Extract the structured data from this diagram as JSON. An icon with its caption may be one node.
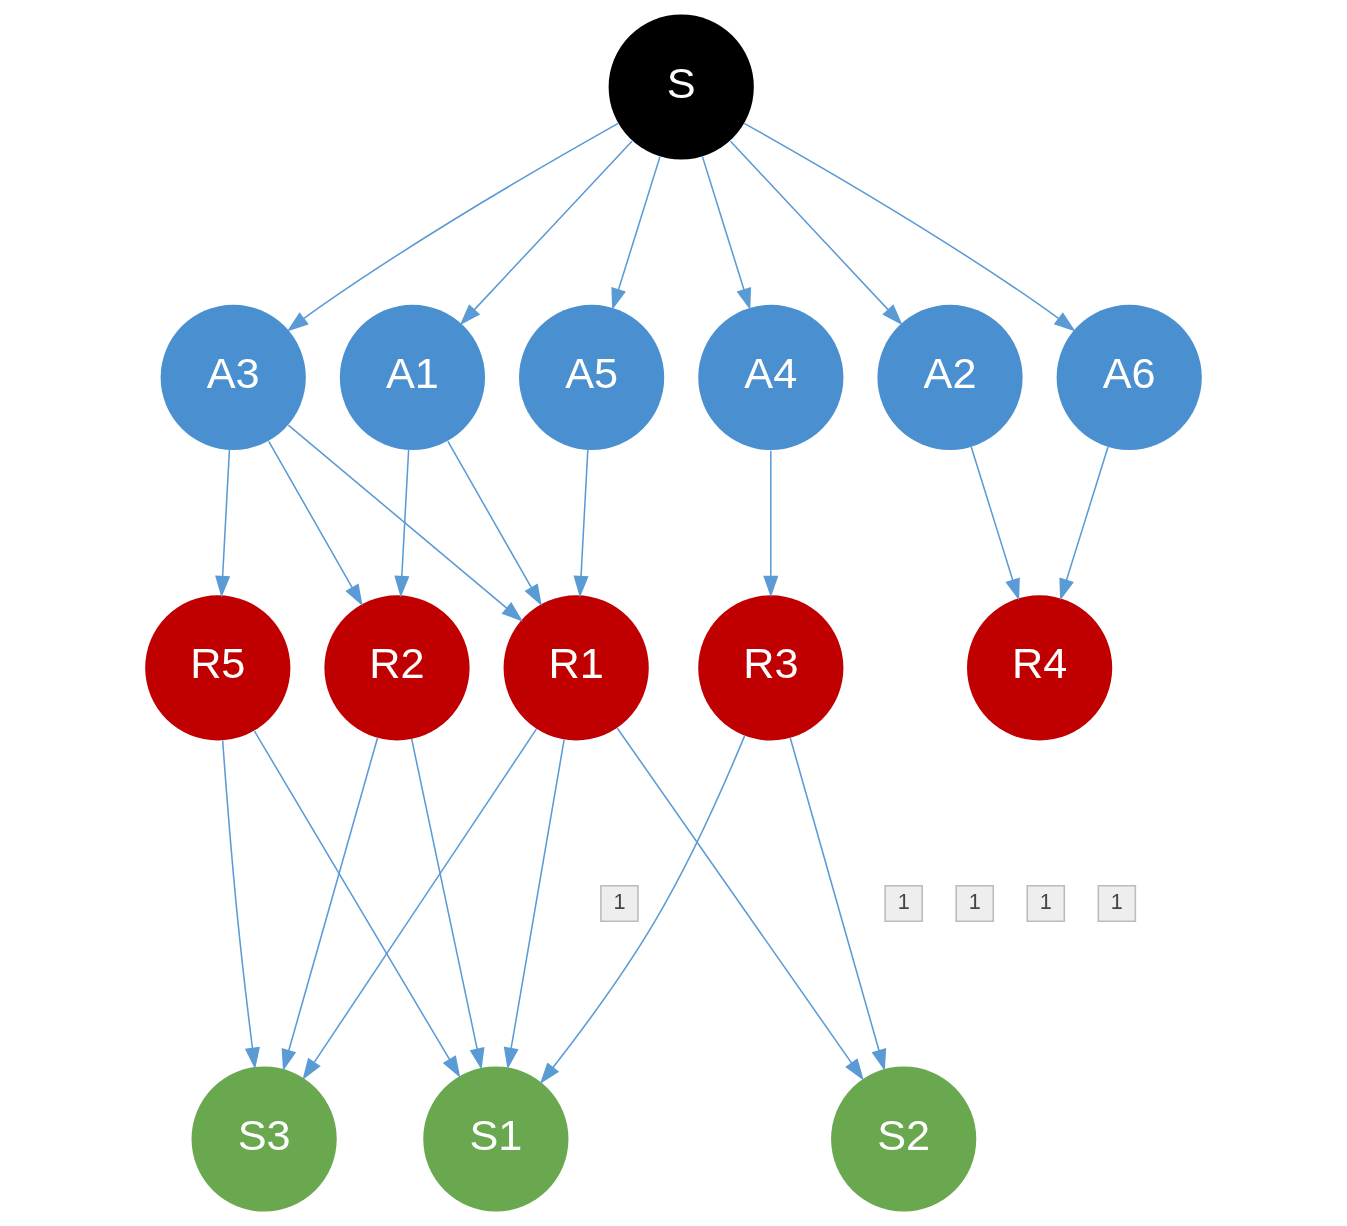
{
  "diagram": {
    "nodes": [
      {
        "text": [
          "S"
        ]
      },
      {
        "text": [
          "A1"
        ]
      },
      {
        "text": [
          "A2"
        ]
      },
      {
        "text": [
          "A3"
        ]
      },
      {
        "text": [
          "A4"
        ]
      },
      {
        "text": [
          "A5"
        ]
      },
      {
        "text": [
          "A6"
        ]
      },
      {
        "text": [
          "R1"
        ]
      },
      {
        "text": [
          "R2"
        ]
      },
      {
        "text": [
          "R3"
        ]
      },
      {
        "text": [
          "R4"
        ]
      },
      {
        "text": [
          "R5"
        ]
      },
      {
        "text": [
          "S1"
        ]
      },
      {
        "text": [
          "S2"
        ]
      },
      {
        "text": [
          "S3"
        ]
      }
    ],
    "edges": [
      {
        "from": 0,
        "to": 1,
        "arrow": "to"
      },
      {
        "from": 0,
        "to": 2,
        "arrow": "to"
      },
      {
        "from": 0,
        "to": 3,
        "arrow": "to"
      },
      {
        "from": 0,
        "to": 4,
        "arrow": "to"
      },
      {
        "from": 0,
        "to": 5,
        "arrow": "to"
      },
      {
        "from": 0,
        "to": 6,
        "arrow": "to"
      },
      {
        "from": 1,
        "to": 7,
        "arrow": "to"
      },
      {
        "from": 1,
        "to": 8,
        "arrow": "to"
      },
      {
        "from": 2,
        "to": 10,
        "arrow": "to"
      },
      {
        "from": 3,
        "to": 7,
        "arrow": "to"
      },
      {
        "from": 3,
        "to": 8,
        "arrow": "to"
      },
      {
        "from": 3,
        "to": 11,
        "arrow": "to"
      },
      {
        "from": 4,
        "to": 9,
        "arrow": "to"
      },
      {
        "from": 5,
        "to": 7,
        "arrow": "to"
      },
      {
        "from": 6,
        "to": 10,
        "arrow": "to"
      },
      {
        "from": 7,
        "to": 12,
        "arrow": "to"
      },
      {
        "from": 7,
        "to": 13,
        "arrow": "to"
      },
      {
        "from": 7,
        "to": 14,
        "arrow": "to"
      },
      {
        "from": 8,
        "to": 12,
        "arrow": "to"
      },
      {
        "from": 8,
        "to": 14,
        "arrow": "to"
      },
      {
        "from": 9,
        "to": 12,
        "arrow": "to"
      },
      {
        "from": 9,
        "to": 13,
        "arrow": "to"
      },
      {
        "from": 11,
        "to": 12,
        "arrow": "to"
      },
      {
        "from": 11,
        "to": 14,
        "arrow": "to"
      }
    ],
    "labels": [
      "1",
      "1",
      "1",
      "1",
      "1"
    ]
  }
}
